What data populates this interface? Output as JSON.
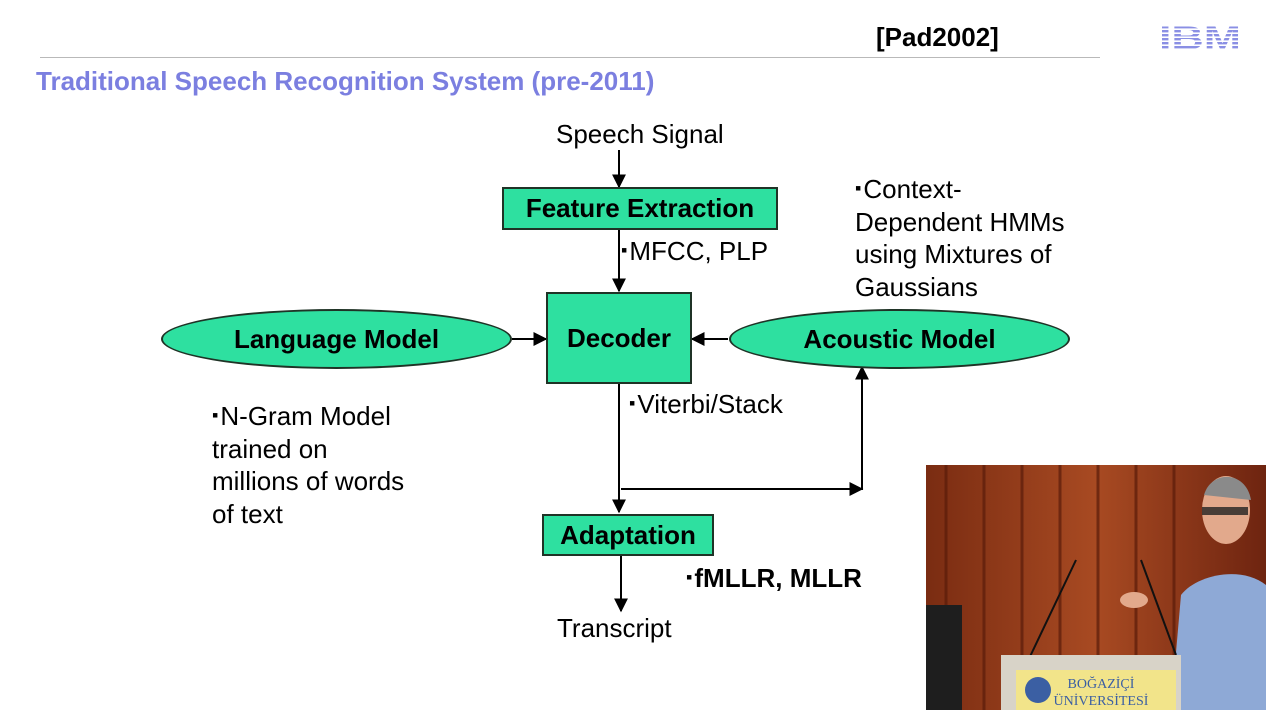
{
  "header": {
    "citation": "[Pad2002]",
    "logo_text": "IBM",
    "title": "Traditional Speech Recognition System (pre-2011)"
  },
  "diagram": {
    "input_label": "Speech Signal",
    "feature_extraction": "Feature Extraction",
    "features_note": "MFCC, PLP",
    "decoder": "Decoder",
    "language_model": "Language Model",
    "acoustic_model": "Acoustic Model",
    "acoustic_note": "Context-\nDependent HMMs\nusing Mixtures of\nGaussians",
    "language_note": "N-Gram Model\ntrained on\nmillions of words\nof text",
    "search_note": "Viterbi/Stack",
    "adaptation": "Adaptation",
    "adaptation_note": "fMLLR, MLLR",
    "output_label": "Transcript"
  },
  "video": {
    "podium_line1": "BOĞAZİÇİ",
    "podium_line2": "ÜNİVERSİTESİ"
  },
  "colors": {
    "box_fill": "#2ee0a0",
    "title": "#7b7fe0",
    "logo": "#8a8fe4"
  }
}
